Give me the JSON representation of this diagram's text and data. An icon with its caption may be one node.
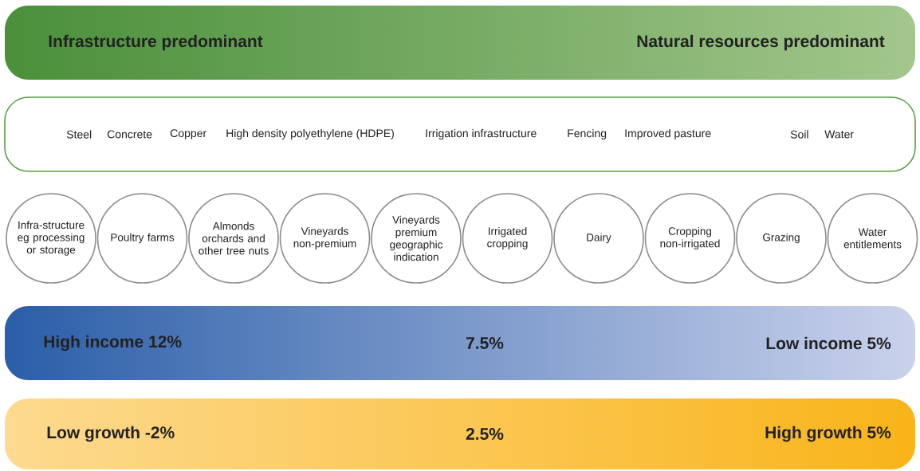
{
  "diagram": {
    "nodes": [
      {
        "text": [
          "Infrastructure predominant",
          "Natural resources predominant"
        ]
      },
      {
        "text": [
          "Steel",
          "Concrete",
          "Copper",
          "High density polyethylene (HDPE)",
          "Irrigation infrastructure",
          "Fencing",
          "Improved pasture",
          "Soil",
          "Water"
        ]
      },
      {
        "text": [
          "Infra-structure eg processing or storage"
        ]
      },
      {
        "text": [
          "Poultry farms"
        ]
      },
      {
        "text": [
          "Almonds orchards and other tree nuts"
        ]
      },
      {
        "text": [
          "Vineyards non-premium"
        ]
      },
      {
        "text": [
          "Vineyards premium geographic indication"
        ]
      },
      {
        "text": [
          "Irrigated cropping"
        ]
      },
      {
        "text": [
          "Dairy"
        ]
      },
      {
        "text": [
          "Cropping non-irrigated"
        ]
      },
      {
        "text": [
          "Grazing"
        ]
      },
      {
        "text": [
          "Water entitlements"
        ]
      },
      {
        "text": [
          "High income 12%",
          "7.5%",
          "Low income 5%"
        ]
      },
      {
        "text": [
          "Low growth -2%",
          "2.5%",
          "High growth 5%"
        ]
      }
    ]
  }
}
